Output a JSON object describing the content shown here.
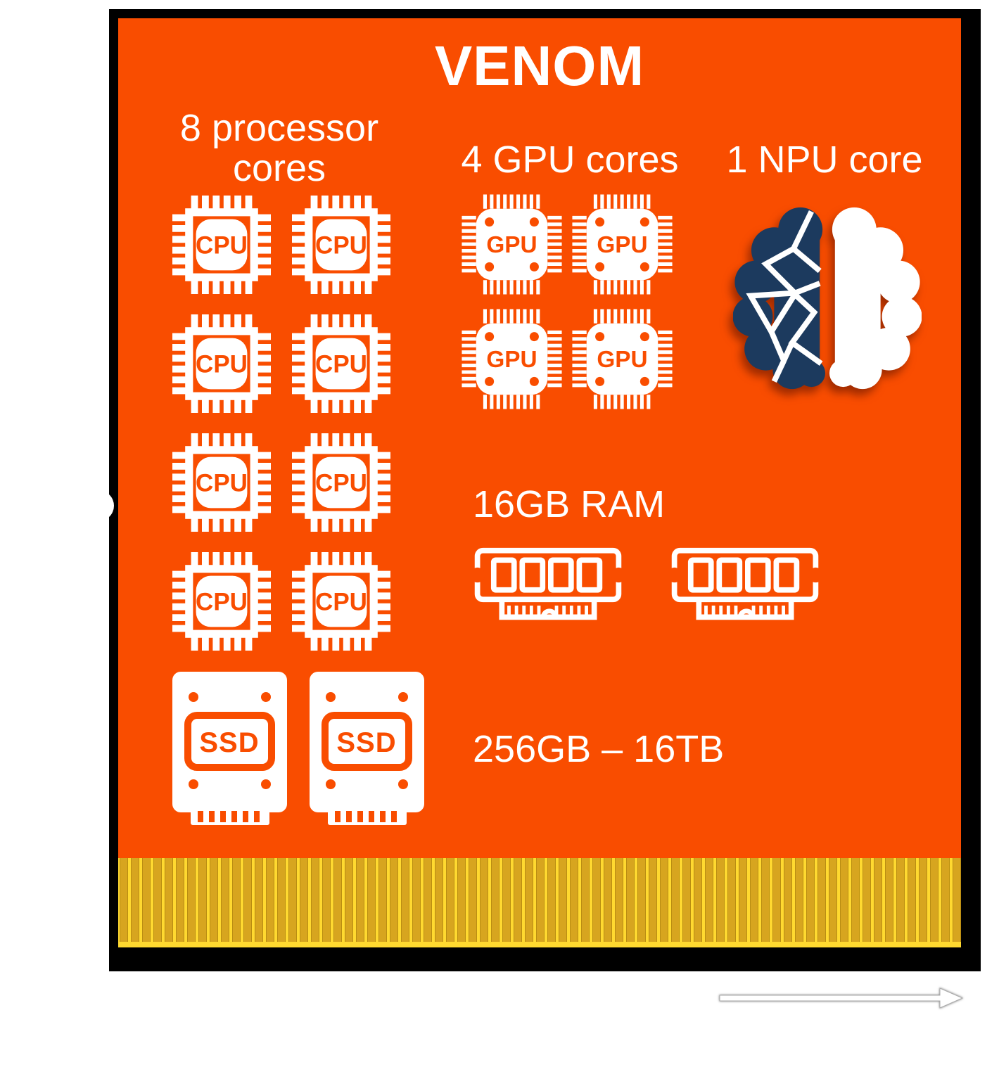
{
  "title": "VENOM",
  "colors": {
    "orange": "#F94D00",
    "navy": "#1C3A5E",
    "white": "#FFFFFF",
    "black": "#000000",
    "gold_light": "#FFD930",
    "gold_mid": "#D7A51F",
    "gold_dark": "#B98D12"
  },
  "sections": {
    "cpu": {
      "label_line1": "8 processor",
      "label_line2": "cores",
      "chip_text": "CPU",
      "count": 8
    },
    "gpu": {
      "label": "4 GPU cores",
      "chip_text": "GPU",
      "count": 4
    },
    "npu": {
      "label": "1 NPU core",
      "icon": "brain-half-navy-half-white-icon"
    },
    "ram": {
      "label": "16GB RAM",
      "count": 2,
      "icon": "ram-module-icon"
    },
    "storage": {
      "label": "256GB – 16TB",
      "chip_text": "SSD",
      "count": 2,
      "icon": "ssd-drive-icon"
    }
  },
  "connector": {
    "icon": "gold-edge-connector",
    "style": "vertical gold pins"
  },
  "arrow": {
    "icon": "right-arrow-icon",
    "direction": "right"
  }
}
